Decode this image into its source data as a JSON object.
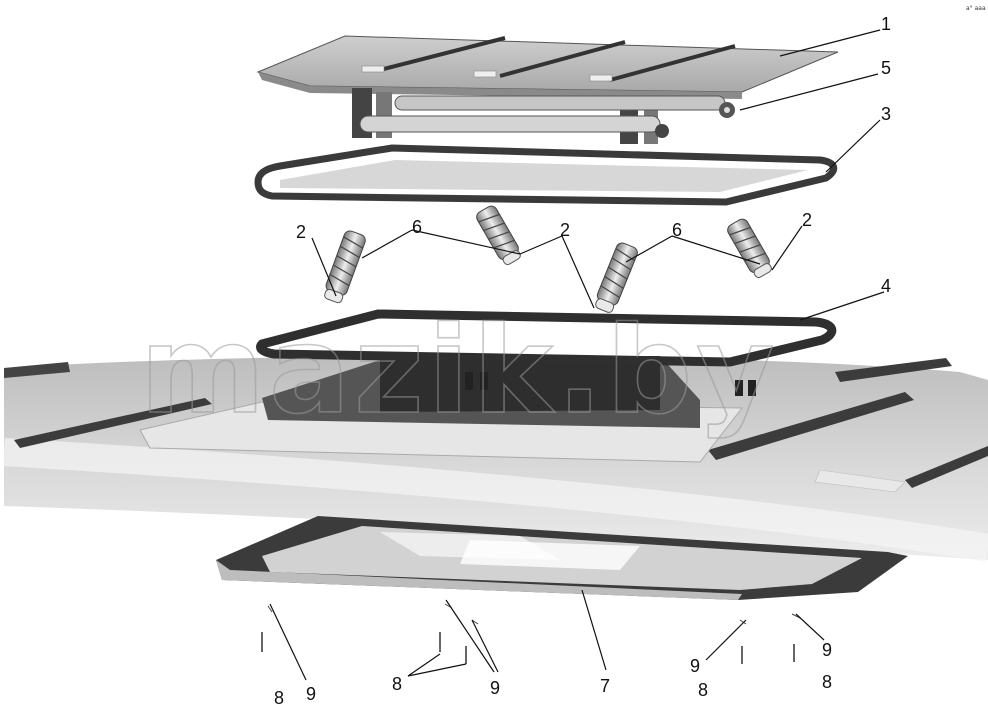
{
  "diagram": {
    "watermark": "mazik.by",
    "corner_mark": "a° aaa",
    "callouts": [
      {
        "id": "c1",
        "label": "1"
      },
      {
        "id": "c5",
        "label": "5"
      },
      {
        "id": "c3",
        "label": "3"
      },
      {
        "id": "c2a",
        "label": "2"
      },
      {
        "id": "c6a",
        "label": "6"
      },
      {
        "id": "c2b",
        "label": "2"
      },
      {
        "id": "c6b",
        "label": "6"
      },
      {
        "id": "c2c",
        "label": "2"
      },
      {
        "id": "c4",
        "label": "4"
      },
      {
        "id": "c8a",
        "label": "8"
      },
      {
        "id": "c9a",
        "label": "9"
      },
      {
        "id": "c8b",
        "label": "8"
      },
      {
        "id": "c9b",
        "label": "9"
      },
      {
        "id": "c7",
        "label": "7"
      },
      {
        "id": "c9c",
        "label": "9"
      },
      {
        "id": "c8c",
        "label": "8"
      },
      {
        "id": "c9d",
        "label": "9"
      },
      {
        "id": "c8d",
        "label": "8"
      }
    ]
  }
}
